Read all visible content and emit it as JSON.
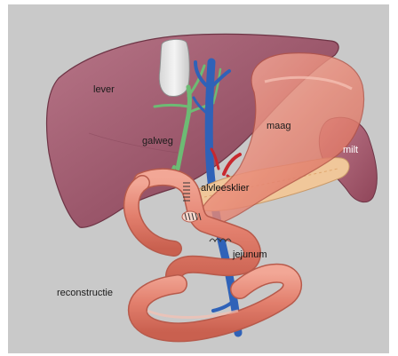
{
  "diagram": {
    "labels": {
      "liver": "lever",
      "bile_duct": "galweg",
      "stomach": "maag",
      "spleen": "milt",
      "pancreas": "alvleesklier",
      "jejunum": "jejunum",
      "reconstruction": "reconstructie"
    },
    "colors": {
      "background": "#c9c9c9",
      "liver": "#9c5a6c",
      "gallbladder": "#e4e4e4",
      "bile_duct": "#6dbb74",
      "portal_vein": "#2f62b8",
      "artery": "#c8282e",
      "stomach": "#ec8e7e",
      "spleen": "#a4566c",
      "pancreas": "#f0c79a",
      "intestine": "#e58a7b"
    }
  }
}
